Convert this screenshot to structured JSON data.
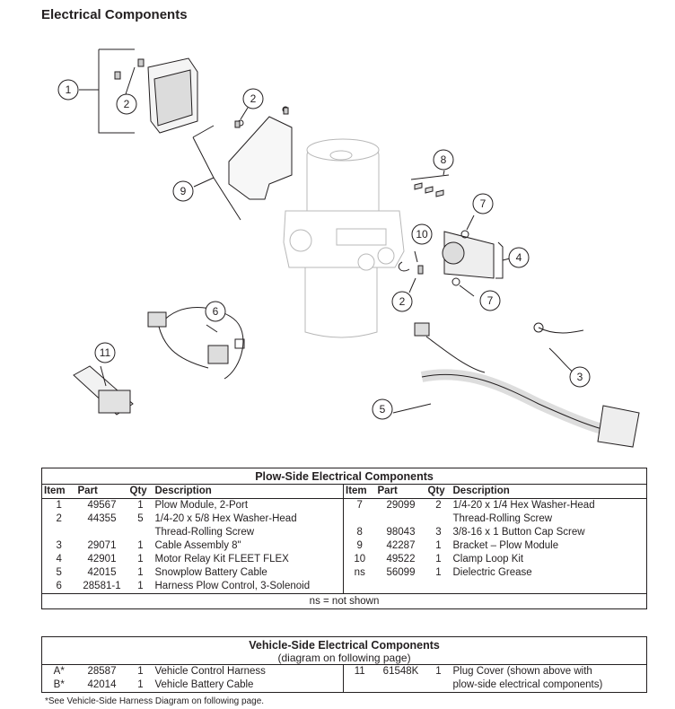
{
  "page": {
    "title": "Electrical Components"
  },
  "callouts": [
    "1",
    "2",
    "2",
    "9",
    "8",
    "7",
    "10",
    "4",
    "2",
    "7",
    "6",
    "11",
    "3",
    "5"
  ],
  "plow_table": {
    "title": "Plow-Side Electrical Components",
    "headers": [
      "Item",
      "Part",
      "Qty",
      "Description",
      "Item",
      "Part",
      "Qty",
      "Description"
    ],
    "left_rows": [
      {
        "item": "1",
        "part": "49567",
        "qty": "1",
        "desc": [
          "Plow Module, 2-Port"
        ]
      },
      {
        "item": "2",
        "part": "44355",
        "qty": "5",
        "desc": [
          "1/4-20 x 5/8 Hex Washer-Head",
          "Thread-Rolling Screw"
        ]
      },
      {
        "item": "3",
        "part": "29071",
        "qty": "1",
        "desc": [
          "Cable Assembly 8\""
        ]
      },
      {
        "item": "4",
        "part": "42901",
        "qty": "1",
        "desc": [
          "Motor Relay Kit FLEET FLEX"
        ]
      },
      {
        "item": "5",
        "part": "42015",
        "qty": "1",
        "desc": [
          "Snowplow Battery Cable"
        ]
      },
      {
        "item": "6",
        "part": "28581-1",
        "qty": "1",
        "desc": [
          "Harness Plow Control, 3-Solenoid"
        ]
      }
    ],
    "right_rows": [
      {
        "item": "7",
        "part": "29099",
        "qty": "2",
        "desc": [
          "1/4-20 x 1/4 Hex Washer-Head",
          "Thread-Rolling Screw"
        ]
      },
      {
        "item": "8",
        "part": "98043",
        "qty": "3",
        "desc": [
          "3/8-16 x 1 Button Cap Screw"
        ]
      },
      {
        "item": "9",
        "part": "42287",
        "qty": "1",
        "desc": [
          "Bracket – Plow Module"
        ]
      },
      {
        "item": "10",
        "part": "49522",
        "qty": "1",
        "desc": [
          "Clamp Loop Kit"
        ]
      },
      {
        "item": "ns",
        "part": "56099",
        "qty": "1",
        "desc": [
          "Dielectric Grease"
        ]
      }
    ],
    "footer": "ns = not shown"
  },
  "vehicle_table": {
    "title": "Vehicle-Side Electrical Components",
    "subtitle": "(diagram on following page)",
    "left_rows": [
      {
        "item": "A*",
        "part": "28587",
        "qty": "1",
        "desc": "Vehicle Control Harness"
      },
      {
        "item": "B*",
        "part": "42014",
        "qty": "1",
        "desc": "Vehicle Battery Cable"
      }
    ],
    "right_row": {
      "item": "11",
      "part": "61548K",
      "qty": "1",
      "desc": [
        "Plug Cover (shown above with",
        "plow-side electrical components)"
      ]
    }
  },
  "footnote": "*See Vehicle-Side Harness Diagram on following page."
}
